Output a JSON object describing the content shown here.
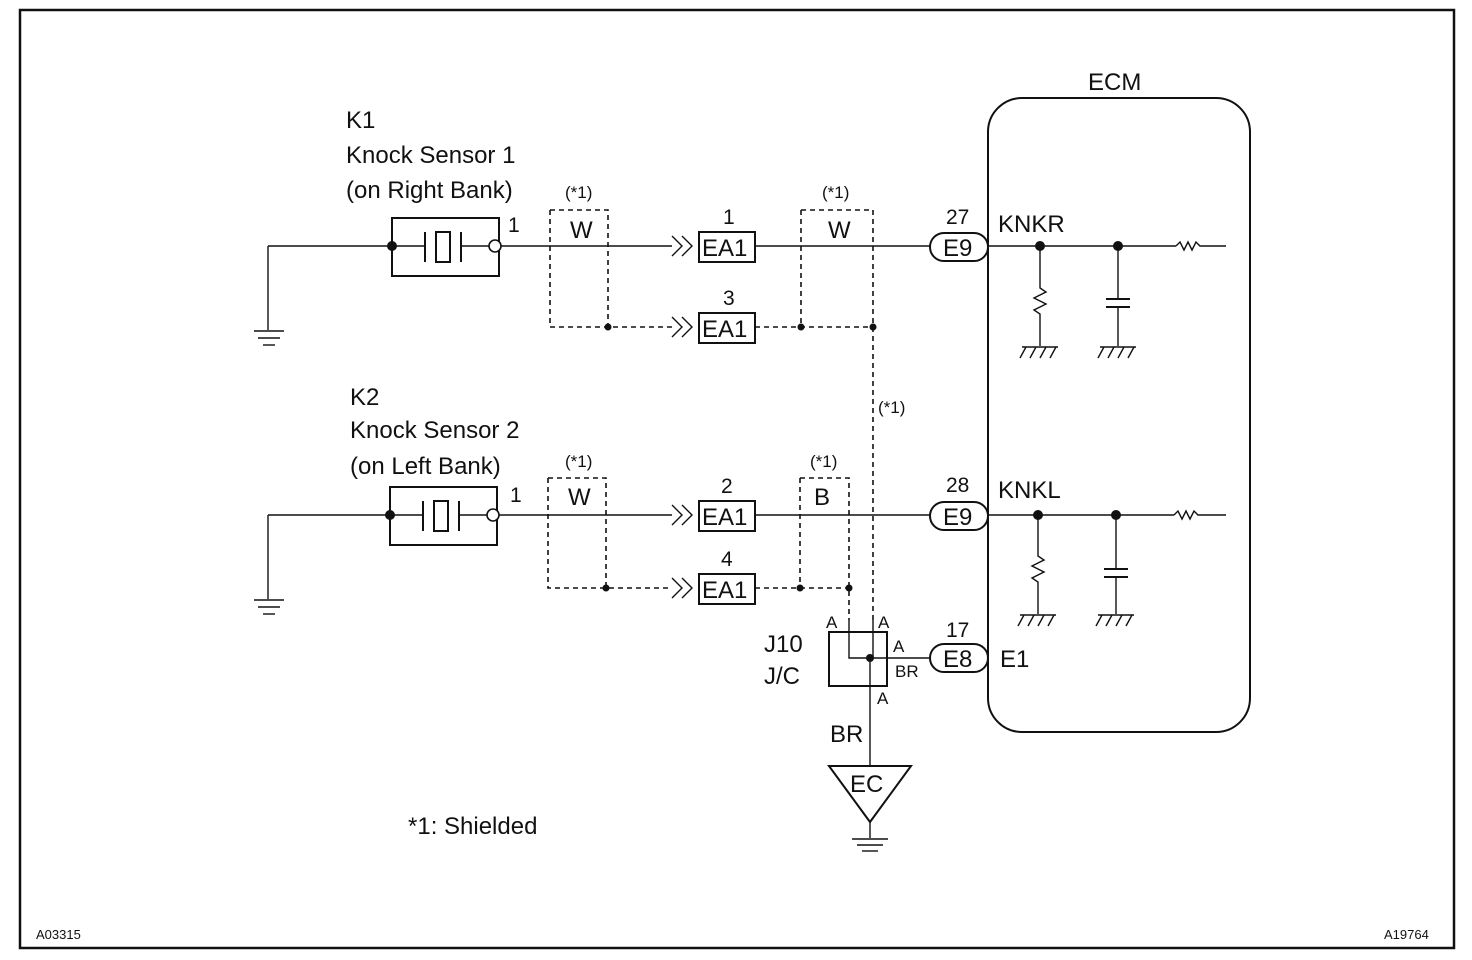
{
  "ecm": {
    "title": "ECM"
  },
  "sensor1": {
    "code": "K1",
    "name": "Knock Sensor 1",
    "location": "(on Right Bank)",
    "pin": "1"
  },
  "sensor2": {
    "code": "K2",
    "name": "Knock Sensor 2",
    "location": "(on Left Bank)",
    "pin": "1"
  },
  "shield_mark": "(*1)",
  "wires": {
    "k1_left_color": "W",
    "k1_right_color": "W",
    "k2_left_color": "W",
    "k2_right_color": "B",
    "ground_color": "BR",
    "jc_out_color": "BR"
  },
  "connectors": [
    {
      "pin": "1",
      "label": "EA1"
    },
    {
      "pin": "3",
      "label": "EA1"
    },
    {
      "pin": "2",
      "label": "EA1"
    },
    {
      "pin": "4",
      "label": "EA1"
    }
  ],
  "ecm_terminals": [
    {
      "pin": "27",
      "connector": "E9",
      "signal": "KNKR"
    },
    {
      "pin": "28",
      "connector": "E9",
      "signal": "KNKL"
    },
    {
      "pin": "17",
      "connector": "E8",
      "signal": "E1"
    }
  ],
  "junction": {
    "code": "J10",
    "name": "J/C",
    "pin_labels": [
      "A",
      "A",
      "A",
      "A"
    ]
  },
  "ground_point": "EC",
  "footnote": "*1: Shielded",
  "figure_ids": {
    "left": "A03315",
    "right": "A19764"
  }
}
